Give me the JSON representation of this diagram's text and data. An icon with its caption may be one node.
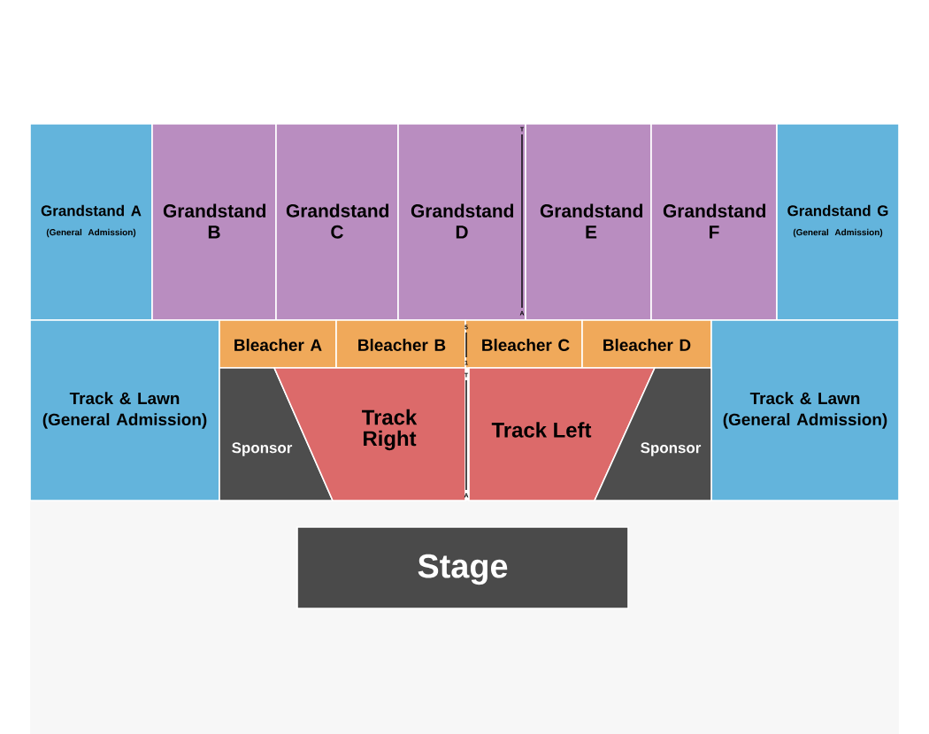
{
  "diagram": {
    "nodes": [
      {
        "text": [
          "Grandstand A",
          "(General Admission)"
        ]
      },
      {
        "text": [
          "Grandstand B"
        ]
      },
      {
        "text": [
          "Grandstand C"
        ]
      },
      {
        "text": [
          "Grandstand D"
        ]
      },
      {
        "text": [
          "Grandstand E"
        ]
      },
      {
        "text": [
          "Grandstand F"
        ]
      },
      {
        "text": [
          "Grandstand G",
          "(General Admission)"
        ]
      },
      {
        "text": [
          "Track & Lawn (General Admission)"
        ]
      },
      {
        "text": [
          "Bleacher A"
        ]
      },
      {
        "text": [
          "Bleacher B"
        ]
      },
      {
        "text": [
          "Bleacher C"
        ]
      },
      {
        "text": [
          "Bleacher D"
        ]
      },
      {
        "text": [
          "Track & Lawn (General Admission)"
        ]
      },
      {
        "text": [
          "Sponsor"
        ]
      },
      {
        "text": [
          "Track Right"
        ]
      },
      {
        "text": [
          "Track Left"
        ]
      },
      {
        "text": [
          "Sponsor"
        ]
      },
      {
        "text": [
          "Stage"
        ]
      }
    ],
    "labels": [
      "T",
      "A",
      "5",
      "1",
      "T",
      "A"
    ]
  }
}
